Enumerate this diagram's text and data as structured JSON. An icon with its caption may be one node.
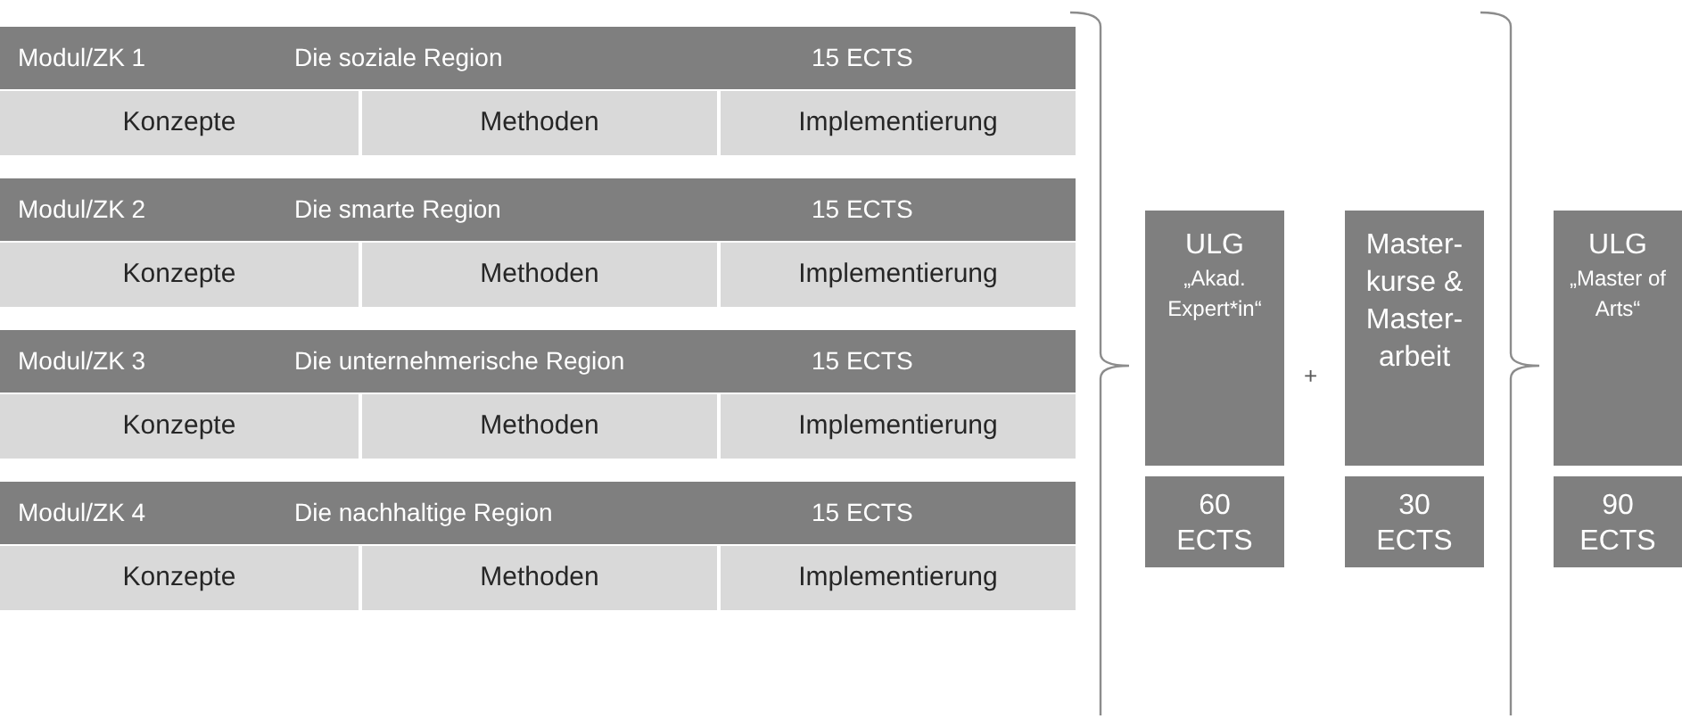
{
  "diagram": {
    "nodes": [
      {
        "text": [
          "Modul/ZK 1",
          "Die soziale Region",
          "15 ECTS"
        ]
      },
      {
        "text": [
          "Konzepte"
        ]
      },
      {
        "text": [
          "Methoden"
        ]
      },
      {
        "text": [
          "Implementierung"
        ]
      },
      {
        "text": [
          "Modul/ZK 2",
          "Die smarte Region",
          "15 ECTS"
        ]
      },
      {
        "text": [
          "Konzepte"
        ]
      },
      {
        "text": [
          "Methoden"
        ]
      },
      {
        "text": [
          "Implementierung"
        ]
      },
      {
        "text": [
          "Modul/ZK 3",
          "Die unternehmerische Region",
          "15 ECTS"
        ]
      },
      {
        "text": [
          "Konzepte"
        ]
      },
      {
        "text": [
          "Methoden"
        ]
      },
      {
        "text": [
          "Implementierung"
        ]
      },
      {
        "text": [
          "Modul/ZK 4",
          "Die nachhaltige Region",
          "15 ECTS"
        ]
      },
      {
        "text": [
          "Konzepte"
        ]
      },
      {
        "text": [
          "Methoden"
        ]
      },
      {
        "text": [
          "Implementierung"
        ]
      },
      {
        "text": [
          "ULG",
          "„Akad. Expert*in“"
        ]
      },
      {
        "text": [
          "60 ECTS"
        ]
      },
      {
        "text": [
          "Master- kurse & Master- arbeit"
        ]
      },
      {
        "text": [
          "30 ECTS"
        ]
      },
      {
        "text": [
          "ULG",
          "„Master of Arts“"
        ]
      },
      {
        "text": [
          "90 ECTS"
        ]
      }
    ],
    "labels": [
      "+"
    ]
  }
}
